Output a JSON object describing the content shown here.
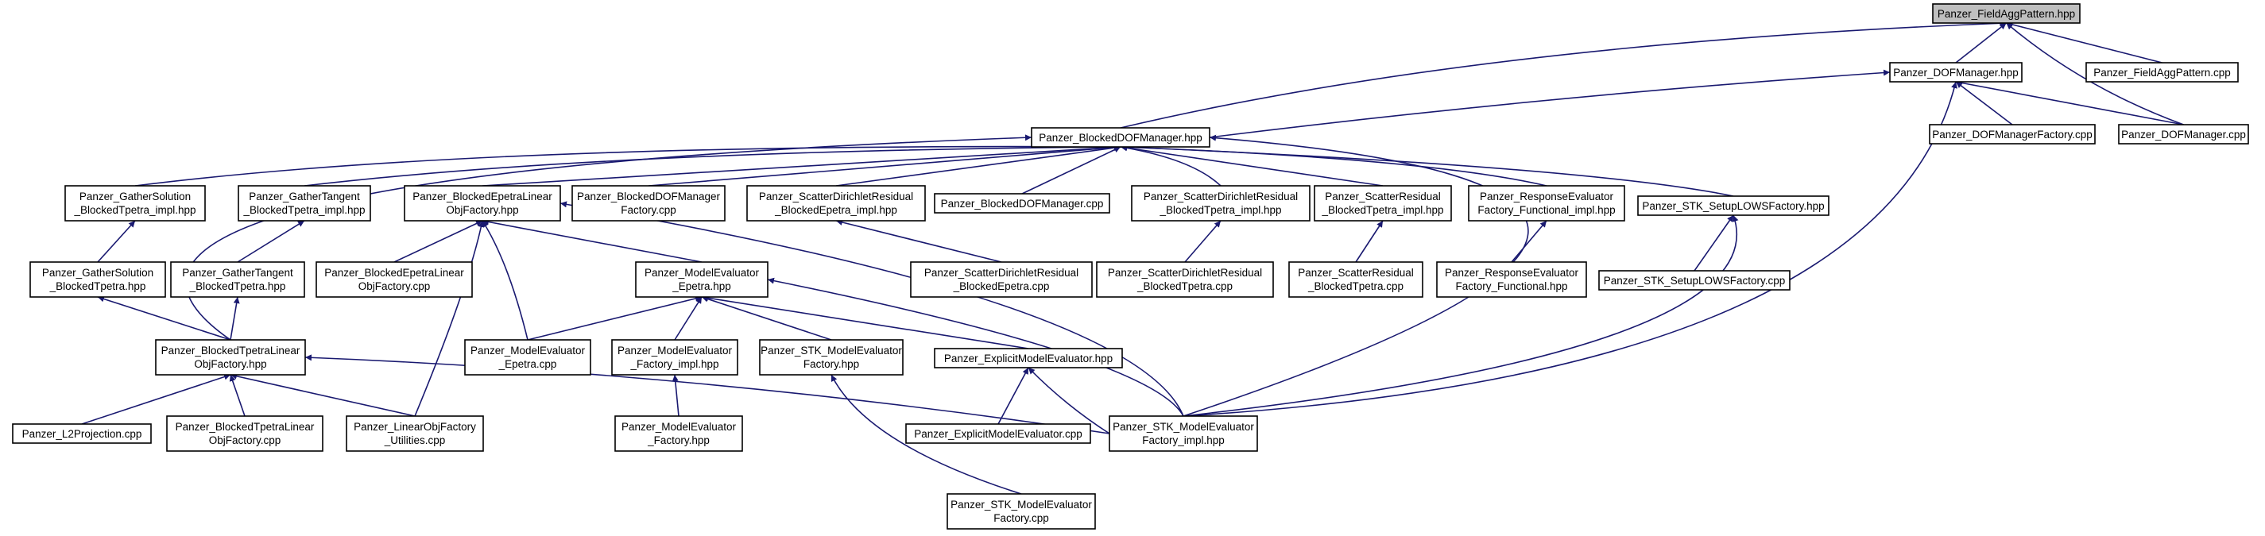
{
  "graph": {
    "nodes": [
      {
        "id": "fieldagg",
        "lines": [
          "Panzer_FieldAggPattern.hpp"
        ],
        "root": true
      },
      {
        "id": "dofmgr",
        "lines": [
          "Panzer_DOFManager.hpp"
        ]
      },
      {
        "id": "fieldaggcpp",
        "lines": [
          "Panzer_FieldAggPattern.cpp"
        ]
      },
      {
        "id": "blockeddof",
        "lines": [
          "Panzer_BlockedDOFManager.hpp"
        ]
      },
      {
        "id": "dofmgrfactorycpp",
        "lines": [
          "Panzer_DOFManagerFactory.cpp"
        ]
      },
      {
        "id": "dofmgrcpp",
        "lines": [
          "Panzer_DOFManager.cpp"
        ]
      },
      {
        "id": "gathersolimpl",
        "lines": [
          "Panzer_GatherSolution",
          "_BlockedTpetra_impl.hpp"
        ]
      },
      {
        "id": "gathertanimpl",
        "lines": [
          "Panzer_GatherTangent",
          "_BlockedTpetra_impl.hpp"
        ]
      },
      {
        "id": "blkepetralin",
        "lines": [
          "Panzer_BlockedEpetraLinear",
          "ObjFactory.hpp"
        ]
      },
      {
        "id": "blkdoffactorycpp",
        "lines": [
          "Panzer_BlockedDOFManager",
          "Factory.cpp"
        ]
      },
      {
        "id": "scatdiriepetraimpl",
        "lines": [
          "Panzer_ScatterDirichletResidual",
          "_BlockedEpetra_impl.hpp"
        ]
      },
      {
        "id": "blkdofcpp",
        "lines": [
          "Panzer_BlockedDOFManager.cpp"
        ]
      },
      {
        "id": "scatdiritpetraimpl",
        "lines": [
          "Panzer_ScatterDirichletResidual",
          "_BlockedTpetra_impl.hpp"
        ]
      },
      {
        "id": "scatresimpl",
        "lines": [
          "Panzer_ScatterResidual",
          "_BlockedTpetra_impl.hpp"
        ]
      },
      {
        "id": "respevalimpl",
        "lines": [
          "Panzer_ResponseEvaluator",
          "Factory_Functional_impl.hpp"
        ]
      },
      {
        "id": "stksetuplows",
        "lines": [
          "Panzer_STK_SetupLOWSFactory.hpp"
        ]
      },
      {
        "id": "gathersol",
        "lines": [
          "Panzer_GatherSolution",
          "_BlockedTpetra.hpp"
        ]
      },
      {
        "id": "gathertan",
        "lines": [
          "Panzer_GatherTangent",
          "_BlockedTpetra.hpp"
        ]
      },
      {
        "id": "blkepetralincpp",
        "lines": [
          "Panzer_BlockedEpetraLinear",
          "ObjFactory.cpp"
        ]
      },
      {
        "id": "modeleval",
        "lines": [
          "Panzer_ModelEvaluator",
          "_Epetra.hpp"
        ]
      },
      {
        "id": "scatdiriepetracpp",
        "lines": [
          "Panzer_ScatterDirichletResidual",
          "_BlockedEpetra.cpp"
        ]
      },
      {
        "id": "scatdiritpetracpp",
        "lines": [
          "Panzer_ScatterDirichletResidual",
          "_BlockedTpetra.cpp"
        ]
      },
      {
        "id": "scatrescpp",
        "lines": [
          "Panzer_ScatterResidual",
          "_BlockedTpetra.cpp"
        ]
      },
      {
        "id": "respeval",
        "lines": [
          "Panzer_ResponseEvaluator",
          "Factory_Functional.hpp"
        ]
      },
      {
        "id": "stksetuplowscpp",
        "lines": [
          "Panzer_STK_SetupLOWSFactory.cpp"
        ]
      },
      {
        "id": "blktpetralin",
        "lines": [
          "Panzer_BlockedTpetraLinear",
          "ObjFactory.hpp"
        ]
      },
      {
        "id": "modelevalcpp",
        "lines": [
          "Panzer_ModelEvaluator",
          "_Epetra.cpp"
        ]
      },
      {
        "id": "modelevalfactimpl",
        "lines": [
          "Panzer_ModelEvaluator",
          "_Factory_impl.hpp"
        ]
      },
      {
        "id": "stkmodelevalfact",
        "lines": [
          "Panzer_STK_ModelEvaluator",
          "Factory.hpp"
        ]
      },
      {
        "id": "explicitme",
        "lines": [
          "Panzer_ExplicitModelEvaluator.hpp"
        ]
      },
      {
        "id": "l2proj",
        "lines": [
          "Panzer_L2Projection.cpp"
        ]
      },
      {
        "id": "blktpetralincpp",
        "lines": [
          "Panzer_BlockedTpetraLinear",
          "ObjFactory.cpp"
        ]
      },
      {
        "id": "linobjutil",
        "lines": [
          "Panzer_LinearObjFactory",
          "_Utilities.cpp"
        ]
      },
      {
        "id": "modelevalfact",
        "lines": [
          "Panzer_ModelEvaluator",
          "_Factory.hpp"
        ]
      },
      {
        "id": "explicitmecpp",
        "lines": [
          "Panzer_ExplicitModelEvaluator.cpp"
        ]
      },
      {
        "id": "stkmodelevalfactimpl",
        "lines": [
          "Panzer_STK_ModelEvaluator",
          "Factory_impl.hpp"
        ]
      },
      {
        "id": "stkmodelevalfactcpp",
        "lines": [
          "Panzer_STK_ModelEvaluator",
          "Factory.cpp"
        ]
      }
    ],
    "edges": [
      [
        "dofmgr",
        "fieldagg"
      ],
      [
        "fieldaggcpp",
        "fieldagg"
      ],
      [
        "blockeddof",
        "fieldagg"
      ],
      [
        "dofmgrcpp",
        "fieldagg"
      ],
      [
        "blockeddof",
        "dofmgr"
      ],
      [
        "dofmgrfactorycpp",
        "dofmgr"
      ],
      [
        "dofmgrcpp",
        "dofmgr"
      ],
      [
        "stkmodelevalfactimpl",
        "dofmgr"
      ],
      [
        "gathersolimpl",
        "blockeddof"
      ],
      [
        "gathertanimpl",
        "blockeddof"
      ],
      [
        "blkepetralin",
        "blockeddof"
      ],
      [
        "blkdoffactorycpp",
        "blockeddof"
      ],
      [
        "scatdiriepetraimpl",
        "blockeddof"
      ],
      [
        "blkdofcpp",
        "blockeddof"
      ],
      [
        "scatdiritpetraimpl",
        "blockeddof"
      ],
      [
        "scatresimpl",
        "blockeddof"
      ],
      [
        "respevalimpl",
        "blockeddof"
      ],
      [
        "stksetuplows",
        "blockeddof"
      ],
      [
        "blktpetralin",
        "blockeddof"
      ],
      [
        "stkmodelevalfactimpl",
        "blockeddof"
      ],
      [
        "gathersol",
        "gathersolimpl"
      ],
      [
        "gathertan",
        "gathertanimpl"
      ],
      [
        "blkepetralincpp",
        "blkepetralin"
      ],
      [
        "modeleval",
        "blkepetralin"
      ],
      [
        "modelevalcpp",
        "blkepetralin"
      ],
      [
        "linobjutil",
        "blkepetralin"
      ],
      [
        "stkmodelevalfactimpl",
        "blkepetralin"
      ],
      [
        "scatdiriepetracpp",
        "scatdiriepetraimpl"
      ],
      [
        "scatdiritpetracpp",
        "scatdiritpetraimpl"
      ],
      [
        "scatrescpp",
        "scatresimpl"
      ],
      [
        "respeval",
        "respevalimpl"
      ],
      [
        "stksetuplowscpp",
        "stksetuplows"
      ],
      [
        "stkmodelevalfactimpl",
        "stksetuplows"
      ],
      [
        "blktpetralin",
        "gathersol"
      ],
      [
        "blktpetralin",
        "gathertan"
      ],
      [
        "modelevalcpp",
        "modeleval"
      ],
      [
        "modelevalfactimpl",
        "modeleval"
      ],
      [
        "stkmodelevalfact",
        "modeleval"
      ],
      [
        "explicitme",
        "modeleval"
      ],
      [
        "stkmodelevalfactimpl",
        "modeleval"
      ],
      [
        "l2proj",
        "blktpetralin"
      ],
      [
        "blktpetralincpp",
        "blktpetralin"
      ],
      [
        "linobjutil",
        "blktpetralin"
      ],
      [
        "stkmodelevalfactimpl",
        "blktpetralin"
      ],
      [
        "modelevalfact",
        "modelevalfactimpl"
      ],
      [
        "stkmodelevalfactcpp",
        "stkmodelevalfact"
      ],
      [
        "explicitmecpp",
        "explicitme"
      ],
      [
        "stkmodelevalfactimpl",
        "explicitme"
      ]
    ]
  }
}
